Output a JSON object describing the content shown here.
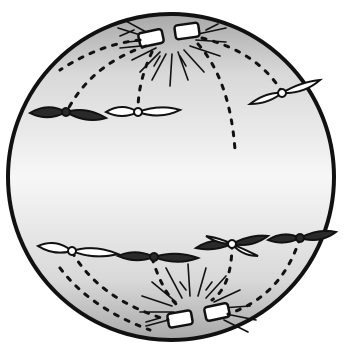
{
  "figure": {
    "subject": "spindle-apparatus-cell-diagram",
    "colors": {
      "outline": "#111111",
      "background": "#ffffff",
      "cell_shade_dark": "#a8a8a8",
      "cell_shade_light": "#f7f7f7",
      "chromosome_dark": "#2a2a2a",
      "chromosome_light": "#ffffff"
    },
    "components": {
      "cell": "cell-membrane",
      "poles": [
        "centriole-pair-top",
        "centriole-pair-bottom"
      ],
      "aster_fibers": "aster-fibers",
      "spindle_fibers": "spindle-fibers-dotted",
      "chromosomes": "chromosome-pairs"
    }
  }
}
